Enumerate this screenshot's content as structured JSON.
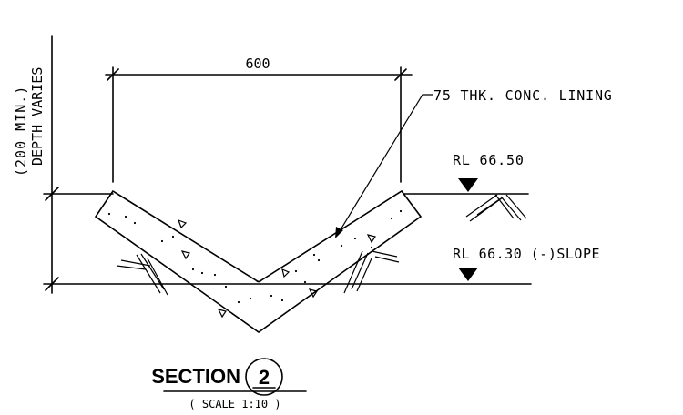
{
  "drawing": {
    "dimension_width": "600",
    "depth_label": "DEPTH VARIES",
    "depth_min_label": "(200 MIN.)",
    "lining_label": "75 THK. CONC. LINING",
    "rl_top_label": "RL 66.50",
    "rl_bottom_label": "RL 66.30 (-)SLOPE",
    "section_title": "SECTION",
    "section_number": "2",
    "scale_label": "( SCALE 1:10 )"
  }
}
